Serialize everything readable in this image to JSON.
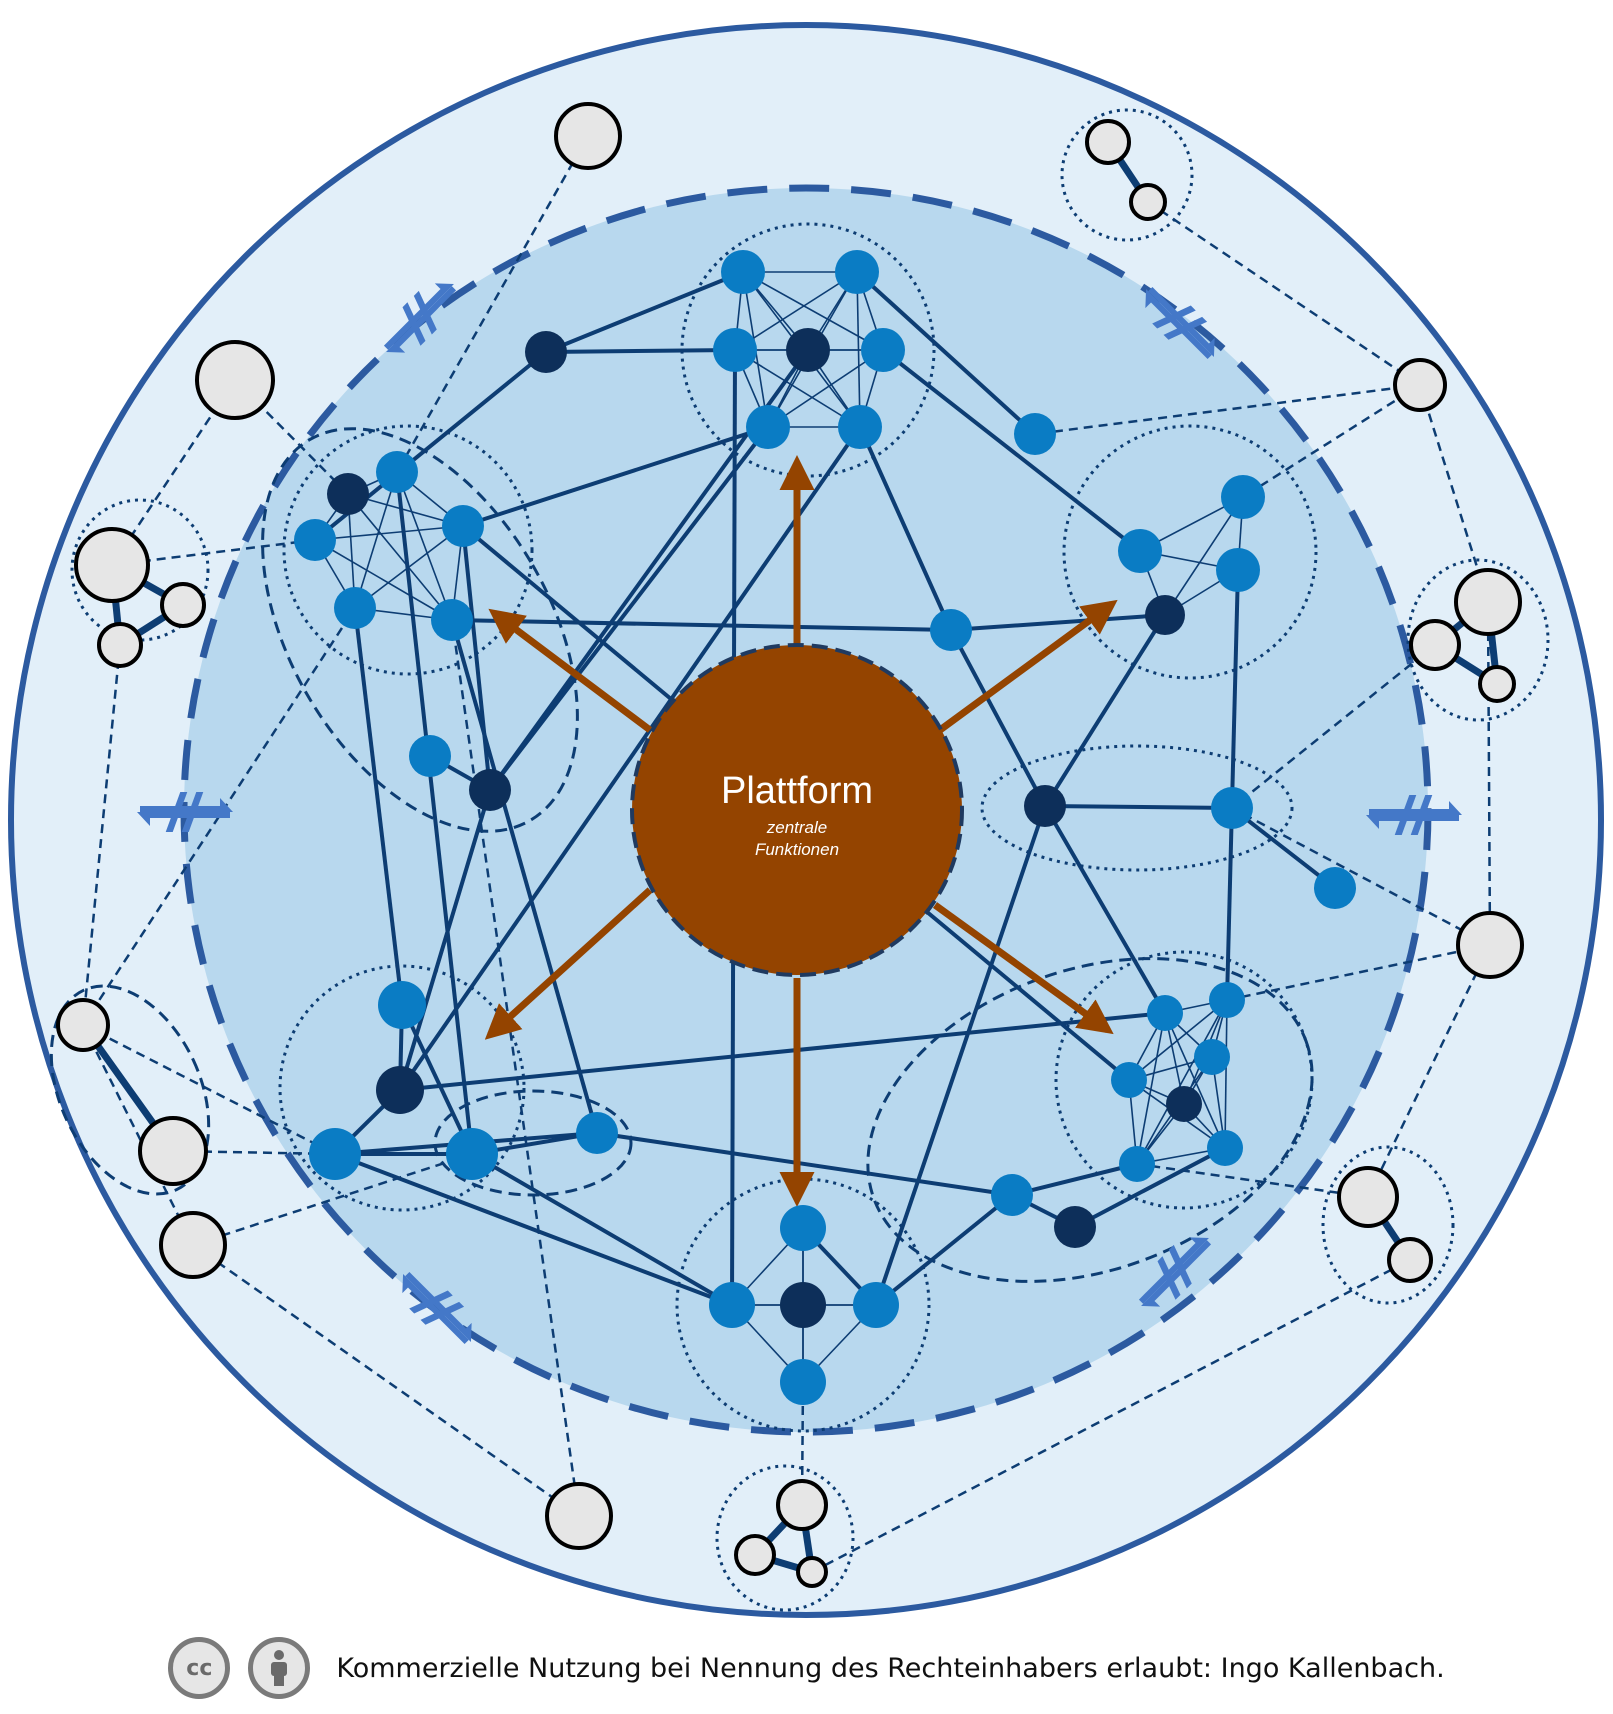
{
  "diagram": {
    "center": {
      "title": "Plattform",
      "subtitle_line1": "zentrale",
      "subtitle_line2": "Funktionen"
    },
    "colors": {
      "outer_fill": "#e2eff9",
      "outer_stroke": "#2c5aa0",
      "inner_fill": "#b8d8ee",
      "inner_stroke": "#2c5aa0",
      "platform_fill": "#944400",
      "platform_stroke": "#1f3a60",
      "arrow_color": "#944400",
      "node_light": "#0a7cc4",
      "node_dark": "#0d2f5a",
      "node_outer": "#e6e6e6",
      "edge": "#0d3d73",
      "exchange_arrow": "#4478c8"
    }
  },
  "footer": {
    "cc_icon": "cc-icon",
    "by_icon": "by-person-icon",
    "cc_label": "cc",
    "text": "Kommerzielle Nutzung bei Nennung des Rechteinhabers erlaubt: Ingo Kallenbach."
  }
}
